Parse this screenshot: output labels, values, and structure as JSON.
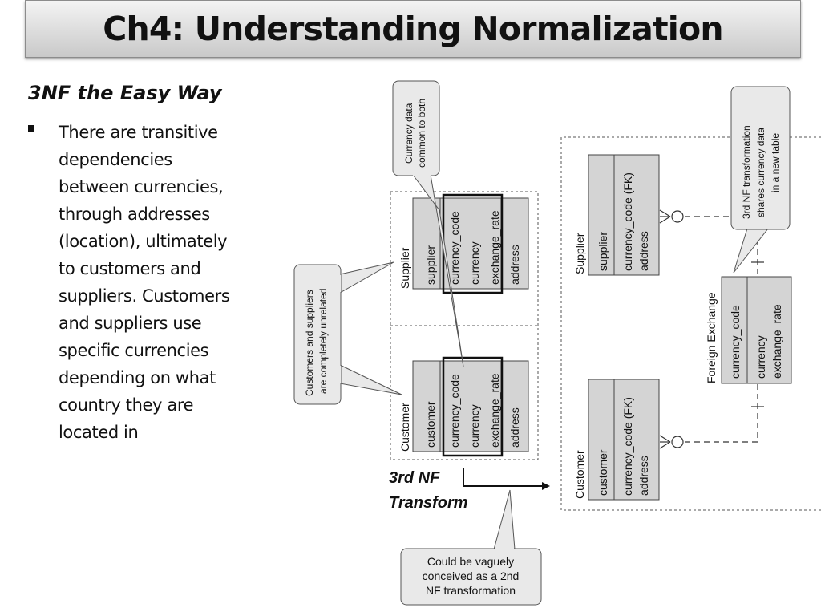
{
  "slide": {
    "title": "Ch4: Understanding Normalization",
    "subtitle": "3NF the Easy Way",
    "bullet": "There are transitive dependencies between currencies, through addresses (location), ultimately to customers and suppliers. Customers and suppliers use specific currencies depending on what country they are located in"
  },
  "diagram": {
    "left_supplier": {
      "entity": "Supplier",
      "fields": [
        "supplier",
        "currency_code",
        "currency",
        "exchange_rate",
        "address"
      ]
    },
    "left_customer": {
      "entity": "Customer",
      "fields": [
        "customer",
        "currency_code",
        "currency",
        "exchange_rate",
        "address"
      ]
    },
    "right_supplier": {
      "entity": "Supplier",
      "fields": [
        "supplier",
        "currency_code (FK)",
        "address"
      ]
    },
    "right_customer": {
      "entity": "Customer",
      "fields": [
        "customer",
        "currency_code (FK)",
        "address"
      ]
    },
    "foreign_exchange": {
      "entity": "Foreign Exchange",
      "fields": [
        "currency_code",
        "currency",
        "exchange_rate"
      ]
    },
    "transform_label": [
      "3rd NF",
      "Transform"
    ],
    "callouts": {
      "currency_common": [
        "Currency data",
        "common to both"
      ],
      "unrelated": [
        "Customers and suppliers",
        "are completely unrelated"
      ],
      "shares_currency": [
        "3rd NF transformation",
        "shares currency data",
        "in a new table"
      ],
      "vaguely": [
        "Could be vaguely",
        "conceived as a 2nd",
        "NF transformation"
      ]
    }
  },
  "colors": {
    "title_bar_top": "#f4f4f4",
    "title_bar_bottom": "#c9c9c9",
    "callout_fill": "#e9e9e9",
    "entity_fill": "#d4d4d4",
    "text": "#111111"
  }
}
